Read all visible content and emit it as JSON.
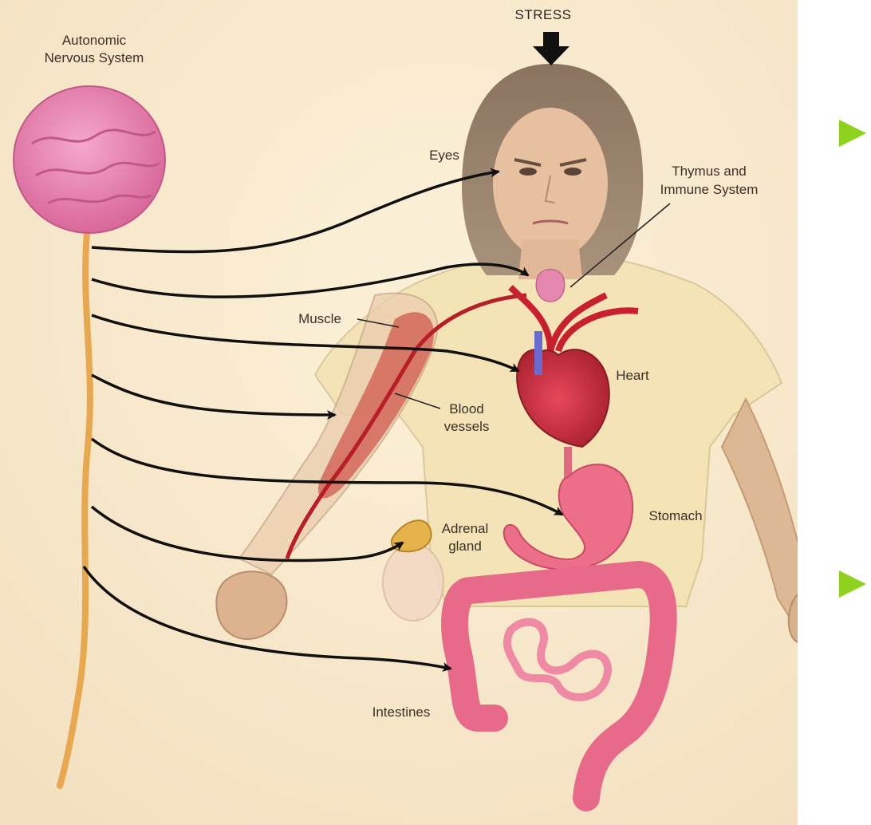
{
  "labels": {
    "stress": "STRESS",
    "ans_line1": "Autonomic",
    "ans_line2": "Nervous System",
    "eyes": "Eyes",
    "thymus_line1": "Thymus and",
    "thymus_line2": "Immune System",
    "muscle": "Muscle",
    "heart": "Heart",
    "blood_line1": "Blood",
    "blood_line2": "vessels",
    "stomach": "Stomach",
    "adrenal_line1": "Adrenal",
    "adrenal_line2": "gland",
    "intestines": "Intestines"
  },
  "colors": {
    "background": "#f8ecd0",
    "brain": "#e98cb4",
    "spinal_cord": "#e8a850",
    "organ_red": "#d8324a",
    "intestine_pink": "#e86a8a",
    "skin": "#e7c8a4",
    "shirt": "#f3e3b4",
    "accent_arrow": "#8fd21e"
  }
}
